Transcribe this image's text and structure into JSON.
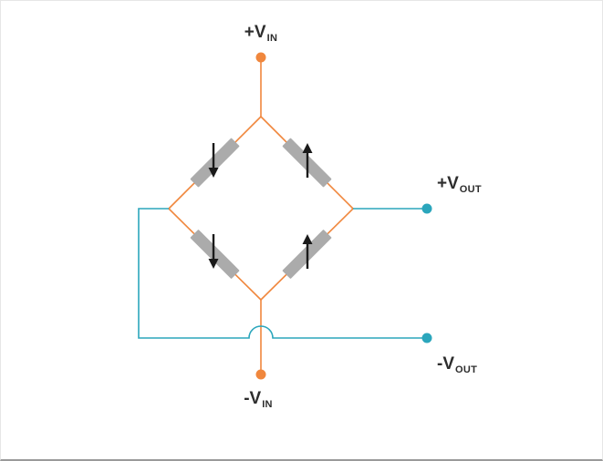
{
  "colors": {
    "wire_orange": "#F0873D",
    "wire_teal": "#2BA6BC",
    "gauge_gray": "#ABABAB",
    "arrow_black": "#1A1A1A",
    "label_text": "#2D2D2D"
  },
  "labels": {
    "vin_pos": {
      "main": "+V",
      "sub": "IN"
    },
    "vin_neg": {
      "main": "-V",
      "sub": "IN"
    },
    "vout_pos": {
      "main": "+V",
      "sub": "OUT"
    },
    "vout_neg": {
      "main": "-V",
      "sub": "OUT"
    }
  },
  "bridge": {
    "type": "wheatstone-bridge-full",
    "terminals": [
      {
        "label": "+VIN",
        "wire_color": "orange",
        "location": "top"
      },
      {
        "label": "-VIN",
        "wire_color": "orange",
        "location": "bottom"
      },
      {
        "label": "+VOUT",
        "wire_color": "teal",
        "location": "right-middle"
      },
      {
        "label": "-VOUT",
        "wire_color": "teal",
        "location": "right-lower"
      }
    ],
    "gauges": [
      {
        "position": "top-left",
        "strain_arrow": "down"
      },
      {
        "position": "top-right",
        "strain_arrow": "up"
      },
      {
        "position": "bottom-left",
        "strain_arrow": "down"
      },
      {
        "position": "bottom-right",
        "strain_arrow": "up"
      }
    ]
  }
}
